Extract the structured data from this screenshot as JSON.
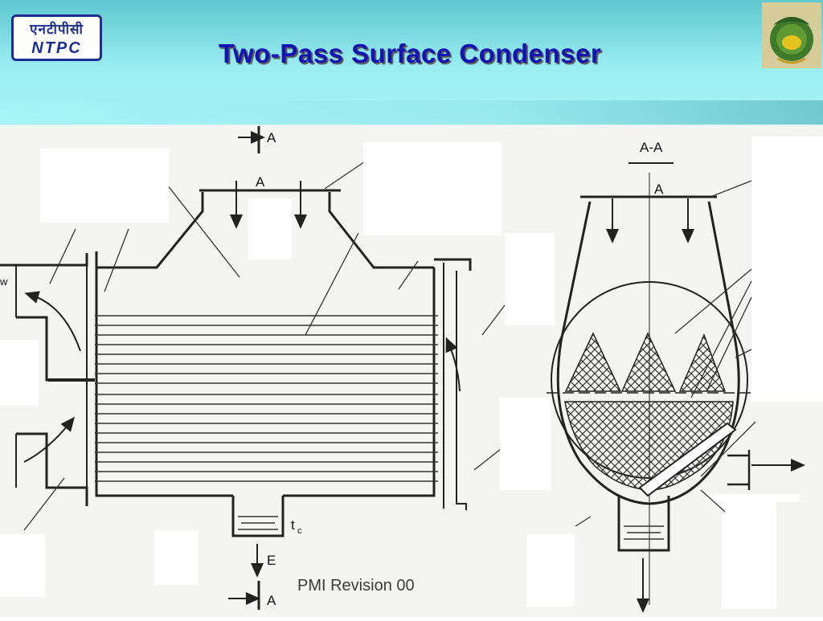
{
  "header": {
    "logo_hindi": "एनटीपीसी",
    "logo_english": "NTPC",
    "title": "Two-Pass Surface Condenser"
  },
  "diagram": {
    "section_label_top": "A",
    "section_label_bottom": "A",
    "side_view_label": "A-A",
    "axis_label_a": "A",
    "axis_label_a2": "A",
    "inlet_label_w": "w",
    "hotwell_label": "t",
    "hotwell_subscript": "c",
    "outlet_label": "E"
  },
  "footer": {
    "text": "PMI Revision 00"
  },
  "colors": {
    "title": "#1414b4",
    "header_gradient_top": "#5fc7cf",
    "header_gradient_bottom": "#a7f4f6",
    "logo_blue": "#1b2e8f",
    "line": "#222222"
  }
}
